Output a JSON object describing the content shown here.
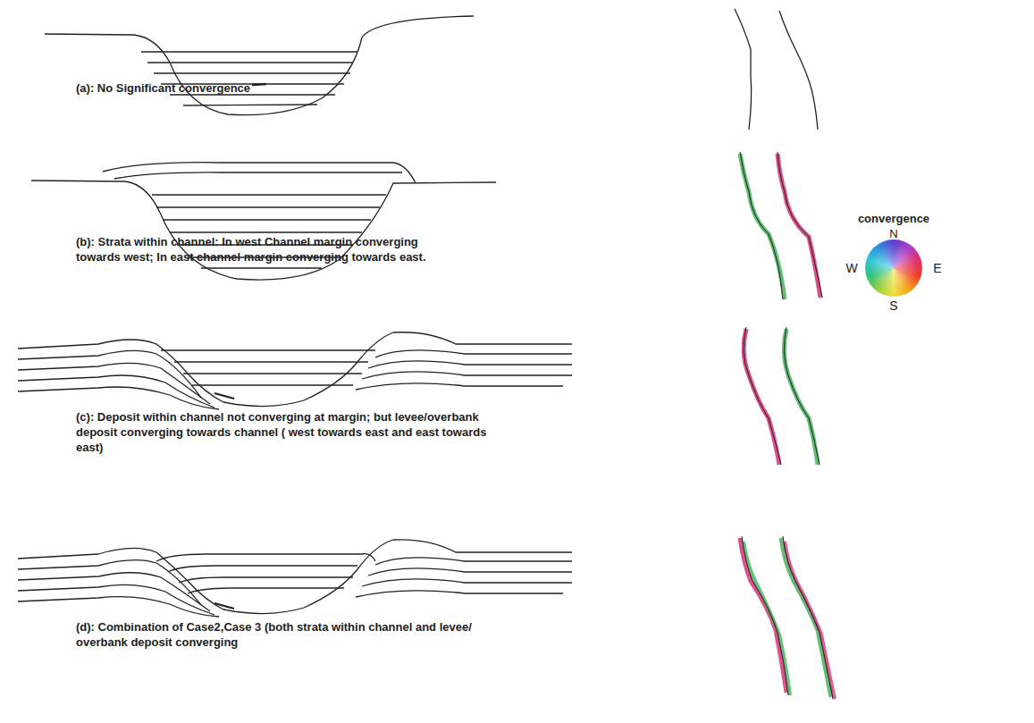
{
  "diagram": {
    "labels": [
      "(a): No Significant convergence",
      "(b): Strata within channel: In west Channel margin converging towards west;  In east channel margin converging towards east.",
      "(c): Deposit within channel not converging at margin; but levee/overbank deposit converging towards channel ( west towards east and east towards east)",
      "(d): Combination of Case2,Case 3 (both strata within channel and levee/ overbank deposit converging",
      "convergence",
      "N",
      "W",
      "E",
      "S"
    ]
  }
}
